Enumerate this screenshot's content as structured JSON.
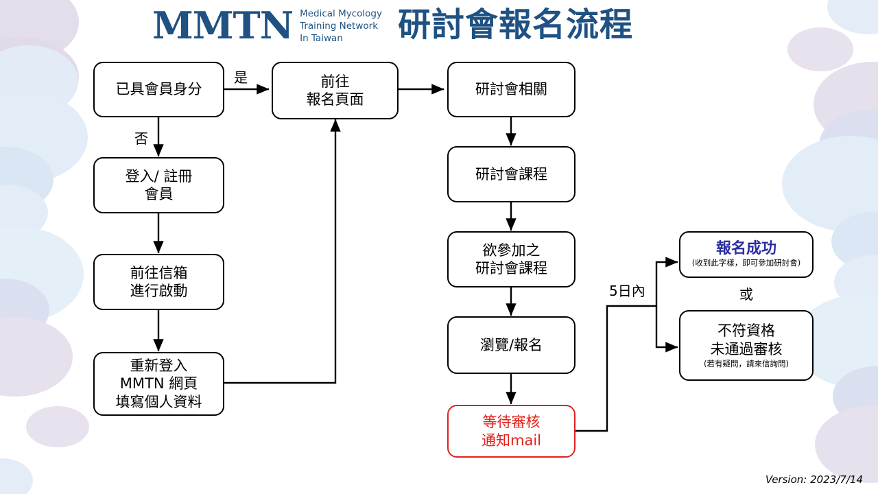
{
  "header": {
    "logo_mark": "MMTN",
    "logo_subtitle_line1": "Medical Mycology",
    "logo_subtitle_line2": "Training Network",
    "logo_subtitle_line3": "In Taiwan",
    "title": "研討會報名流程",
    "brand_color": "#1F5182"
  },
  "nodes": {
    "member_check": {
      "line1": "已具會員身分"
    },
    "go_register_page": {
      "line1": "前往",
      "line2": "報名頁面"
    },
    "login_signup": {
      "line1": "登入/ 註冊",
      "line2": "會員"
    },
    "activate_mail": {
      "line1": "前往信箱",
      "line2": "進行啟動"
    },
    "relogin_profile": {
      "line1": "重新登入",
      "line2": "MMTN 網頁",
      "line3": "填寫個人資料"
    },
    "seminar_related": {
      "line1": "研討會相關"
    },
    "seminar_course": {
      "line1": "研討會課程"
    },
    "desired_course": {
      "line1": "欲參加之",
      "line2": "研討會課程"
    },
    "browse_signup": {
      "line1": "瀏覽/報名"
    },
    "waiting_review": {
      "line1": "等待審核",
      "line2": "通知mail",
      "color": "#E3201A"
    },
    "success": {
      "headline": "報名成功",
      "note": "(收到此字樣，即可參加研討會)",
      "headline_color": "#2B2E9E"
    },
    "rejected": {
      "line1": "不符資格",
      "line2": "未通過審核",
      "note": "(若有疑問，請來信詢問)"
    }
  },
  "edge_labels": {
    "yes": "是",
    "no": "否",
    "within_five_days": "5日內",
    "or": "或"
  },
  "footer": {
    "version": "Version: 2023/7/14"
  }
}
